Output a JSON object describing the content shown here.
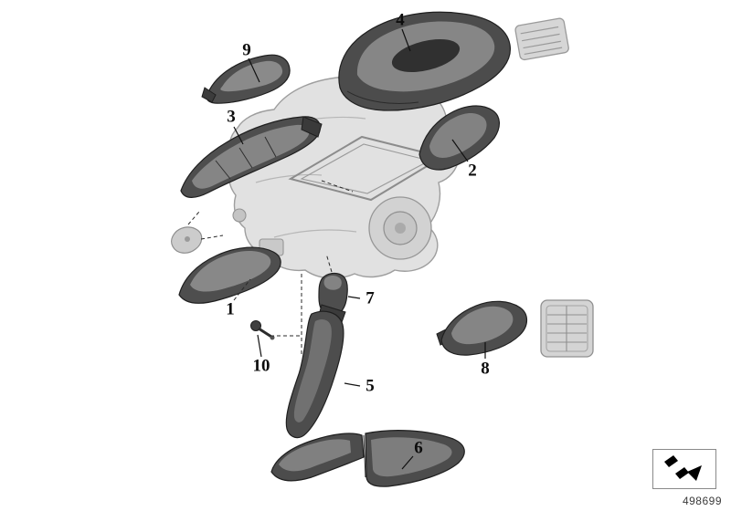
{
  "diagram_code": "498699",
  "callouts": [
    {
      "label": "1"
    },
    {
      "label": "2"
    },
    {
      "label": "3"
    },
    {
      "label": "4"
    },
    {
      "label": "5"
    },
    {
      "label": "6"
    },
    {
      "label": "7"
    },
    {
      "label": "8"
    },
    {
      "label": "9"
    },
    {
      "label": "10"
    }
  ],
  "icons": {
    "nav_arrow": "page-link-arrow"
  }
}
